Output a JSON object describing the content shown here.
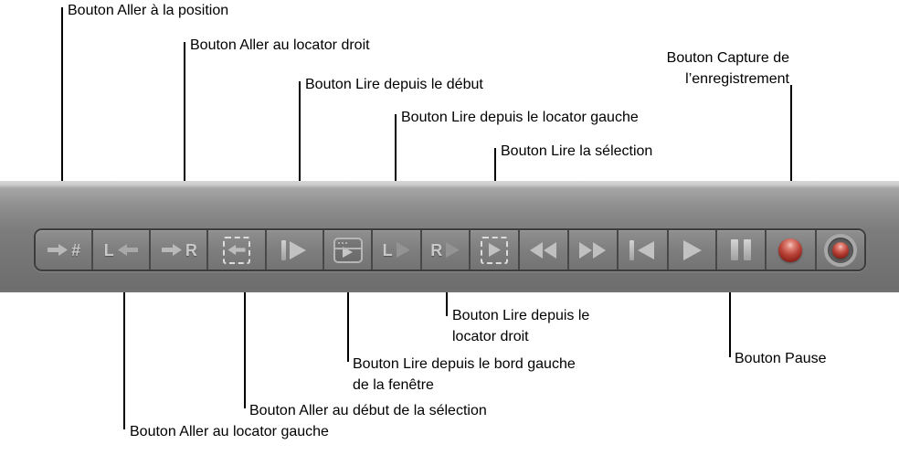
{
  "callouts": {
    "go_to_position": {
      "label": "Bouton Aller à la position"
    },
    "go_to_right_locator": {
      "label": "Bouton Aller au locator droit"
    },
    "play_from_beginning": {
      "label": "Bouton Lire depuis le début"
    },
    "play_from_left_locator": {
      "label": "Bouton Lire depuis le locator gauche"
    },
    "play_selection": {
      "label": "Bouton Lire la sélection"
    },
    "capture_recording": {
      "lines": [
        "Bouton Capture de",
        "l’enregistrement"
      ]
    },
    "play_from_right_locator": {
      "lines": [
        "Bouton Lire depuis le",
        "locator droit"
      ]
    },
    "play_from_window_left_edge": {
      "lines": [
        "Bouton Lire depuis le bord gauche",
        "de la fenêtre"
      ]
    },
    "go_to_selection_start": {
      "label": "Bouton Aller au début de la sélection"
    },
    "go_to_left_locator": {
      "label": "Bouton Aller au locator gauche"
    },
    "pause": {
      "label": "Bouton Pause"
    }
  },
  "toolbar": {
    "buttons": [
      {
        "name": "go-to-position",
        "icon": "arrow-right-hash",
        "letter": "#"
      },
      {
        "name": "go-to-left-locator",
        "icon": "L-arrow-left",
        "letter": "L"
      },
      {
        "name": "go-to-right-locator",
        "icon": "arrow-right-R",
        "letter": "R"
      },
      {
        "name": "go-to-selection-start",
        "icon": "marquee-arrow-left"
      },
      {
        "name": "play-from-beginning",
        "icon": "bar-play"
      },
      {
        "name": "play-from-window-left-edge",
        "icon": "window-play"
      },
      {
        "name": "play-from-left-locator",
        "icon": "L-play",
        "letter": "L"
      },
      {
        "name": "play-from-right-locator",
        "icon": "R-play",
        "letter": "R"
      },
      {
        "name": "play-selection",
        "icon": "marquee-play"
      },
      {
        "name": "rewind",
        "icon": "double-triangle-left"
      },
      {
        "name": "forward",
        "icon": "double-triangle-right"
      },
      {
        "name": "go-to-beginning",
        "icon": "bar-triangle-left"
      },
      {
        "name": "play",
        "icon": "triangle-right"
      },
      {
        "name": "pause",
        "icon": "double-bars"
      },
      {
        "name": "record",
        "icon": "red-sphere"
      },
      {
        "name": "capture-recording",
        "icon": "red-sphere-in-ring"
      }
    ],
    "colors": {
      "bar_top": "#d6d6d6",
      "bar_mid": "#7c7c7c",
      "bar_bottom": "#6d6d6d",
      "group_border": "#3c3c3c",
      "icon_bright": "#c2c2c2",
      "icon_dim": "#8f8f8f",
      "record_red": "#b84237"
    }
  }
}
